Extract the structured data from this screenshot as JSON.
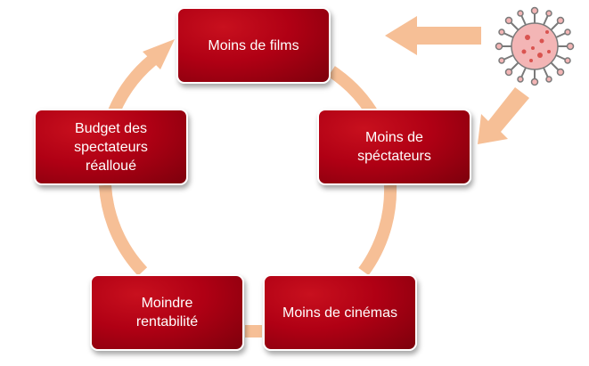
{
  "diagram": {
    "type": "cycle",
    "nodes": [
      {
        "id": "films",
        "label": "Moins de films"
      },
      {
        "id": "spectateurs",
        "label": "Moins de\nspéctateurs"
      },
      {
        "id": "cinemas",
        "label": "Moins de cinémas"
      },
      {
        "id": "rentabilite",
        "label": "Moindre\nrentabilité"
      },
      {
        "id": "budget",
        "label": "Budget des\nspectateurs\nréalloué"
      }
    ],
    "external_icon": "virus-icon",
    "colors": {
      "box": "#b00014",
      "box_dark": "#7d000c",
      "arrow": "#f6bf96",
      "virus_body": "#f3b5b5",
      "virus_line": "#7a7a7a"
    }
  }
}
